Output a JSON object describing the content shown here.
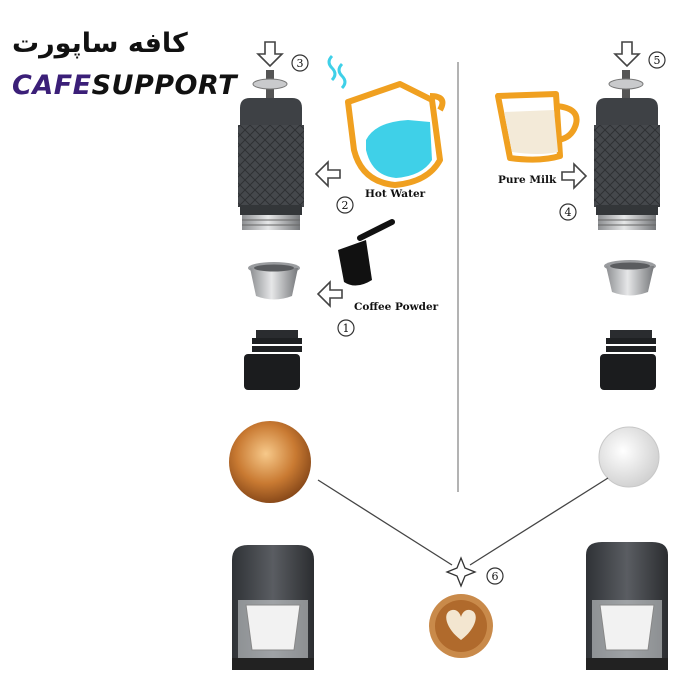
{
  "logo": {
    "persian": "کافه ساپورت",
    "latin_highlight": "CAFE",
    "latin_rest": "SUPPORT",
    "colors": {
      "highlight": "#3b1f78",
      "rest": "#111111"
    }
  },
  "labels": {
    "hot_water": "Hot Water",
    "coffee_powder": "Coffee Powder",
    "pure_milk": "Pure Milk"
  },
  "steps": {
    "s1": "1",
    "s2": "2",
    "s3": "3",
    "s4": "4",
    "s5": "5",
    "s6": "6"
  },
  "colors": {
    "accent_orange": "#f0a020",
    "water_cyan": "#3fd0e8",
    "device_dark": "#3b3e42",
    "divider": "#9a9a9a"
  }
}
